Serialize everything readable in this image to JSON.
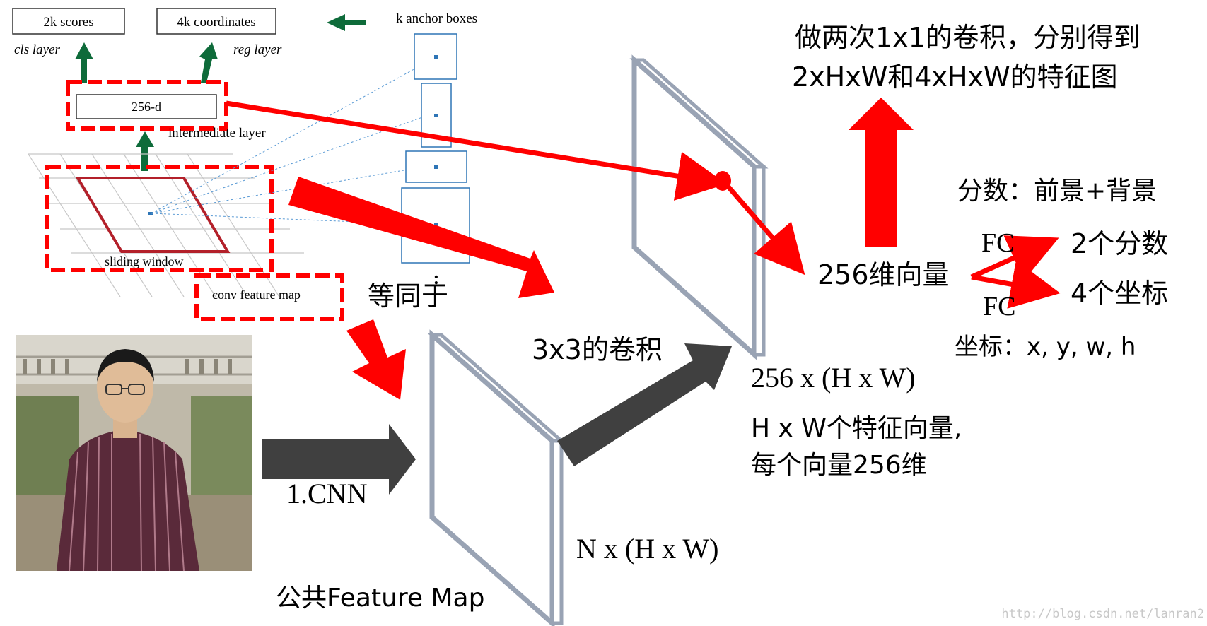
{
  "rpn": {
    "cls_scores_box": "2k scores",
    "reg_coords_box": "4k coordinates",
    "cls_layer": "cls layer",
    "reg_layer": "reg layer",
    "intermediate_box": "256-d",
    "intermediate_layer": "intermediate layer",
    "sliding_window": "sliding window",
    "conv_feature_map": "conv feature map",
    "anchor_boxes": "k anchor boxes",
    "anchor_dots": ":"
  },
  "labels": {
    "equivalent": "等同于",
    "conv3x3": "3x3的卷积",
    "cnn": "1.CNN",
    "shared_feature_map": "公共Feature Map",
    "nxhxw": "N x (H x W)",
    "dim256": "256 x (H x W)",
    "hw_vectors_line1": "H x W个特征向量,",
    "hw_vectors_line2": "每个向量256维",
    "conv1x1_line1": "做两次1x1的卷积，分别得到",
    "conv1x1_line2": "2xHxW和4xHxW的特征图",
    "score_desc": "分数：前景+背景",
    "vec256": "256维向量",
    "fc_top": "FC",
    "fc_bottom": "FC",
    "two_scores": "2个分数",
    "four_coords": "4个坐标",
    "coord_desc": "坐标：x, y, w, h",
    "watermark": "http://blog.csdn.net/lanran2"
  },
  "colors": {
    "red": "#ff0000",
    "dark_red": "#b3202a",
    "green": "#0e6b3a",
    "dark_gray": "#404040",
    "slab_gray": "#99a3b4",
    "anchor_blue": "#2e75b6",
    "grid_gray": "#c8c8c8"
  }
}
